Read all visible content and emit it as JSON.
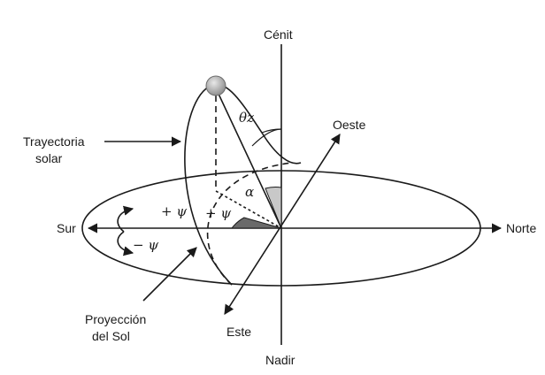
{
  "labels": {
    "zenith": "Cénit",
    "nadir": "Nadir",
    "west": "Oeste",
    "east": "Este",
    "south": "Sur",
    "north": "Norte",
    "trajectory_line1": "Trayectoria",
    "trajectory_line2": "solar",
    "projection_line1": "Proyección",
    "projection_line2": "del Sol"
  },
  "symbols": {
    "zenith_angle": "θz",
    "altitude": "α",
    "plus_psi_outer": "+ ψ",
    "plus_psi_inner": "+ ψ",
    "minus_psi": "− ψ"
  },
  "colors": {
    "ink": "#1a1a1a",
    "altitude_fill": "#c8c8c8",
    "azimuth_fill": "#6a6a6a",
    "sun_fill": "#b5b5b5"
  },
  "icons": {
    "sun": "sun-icon"
  }
}
